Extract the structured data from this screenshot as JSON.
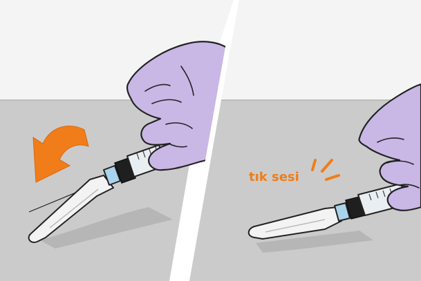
{
  "panels": [
    {
      "id": "left",
      "step": "bend-needle-shield"
    },
    {
      "id": "right",
      "step": "shield-locked",
      "label": "tık sesi"
    }
  ],
  "colors": {
    "wall": "#f4f4f4",
    "table": "#cbcbcb",
    "tableEdge": "#bdbdbd",
    "shadow": "#afafaf",
    "glove": "#c9b7e6",
    "gloveOutline": "#222222",
    "arrow": "#f07d19",
    "label": "#f07d19",
    "shield": "#f3f3f3",
    "barrel": "#e9eef2",
    "collar": "#1f1f1f",
    "hub": "#aad3ec",
    "divider": "#ffffff"
  },
  "icons": {
    "arrow": "curved-arrow-down-left",
    "sound": "click-burst-lines"
  }
}
